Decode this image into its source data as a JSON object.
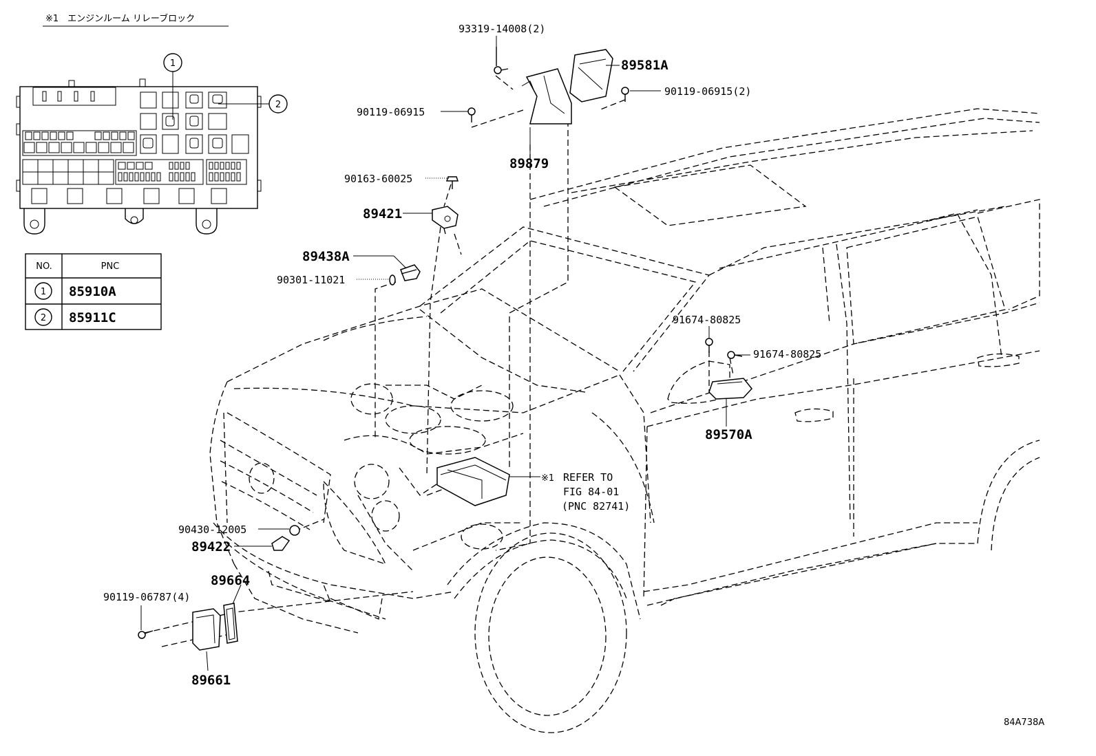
{
  "relay_block": {
    "title": "※1　エンジンルーム リレーブロック",
    "callouts": [
      "1",
      "2"
    ]
  },
  "pnc_table": {
    "headers": [
      "NO.",
      "PNC"
    ],
    "rows": [
      {
        "no": "1",
        "pnc": "85910A"
      },
      {
        "no": "2",
        "pnc": "85911C"
      }
    ]
  },
  "labels": {
    "p93319": "93319-14008(2)",
    "p89581A": "89581A",
    "p90119_06915_2": "90119-06915(2)",
    "p90119_06915": "90119-06915",
    "p89879": "89879",
    "p90163": "90163-60025",
    "p89421": "89421",
    "p89438A": "89438A",
    "p90301": "90301-11021",
    "p91674_a": "91674-80825",
    "p91674_b": "91674-80825",
    "p89570A": "89570A",
    "refer_mark": "※1",
    "refer_line1": "REFER TO",
    "refer_line2": "FIG 84-01",
    "refer_line3": "(PNC 82741)",
    "p90430": "90430-12005",
    "p89422": "89422",
    "p89664": "89664",
    "p90119_06787": "90119-06787(4)",
    "p89661": "89661",
    "figure_id": "84A738A"
  }
}
